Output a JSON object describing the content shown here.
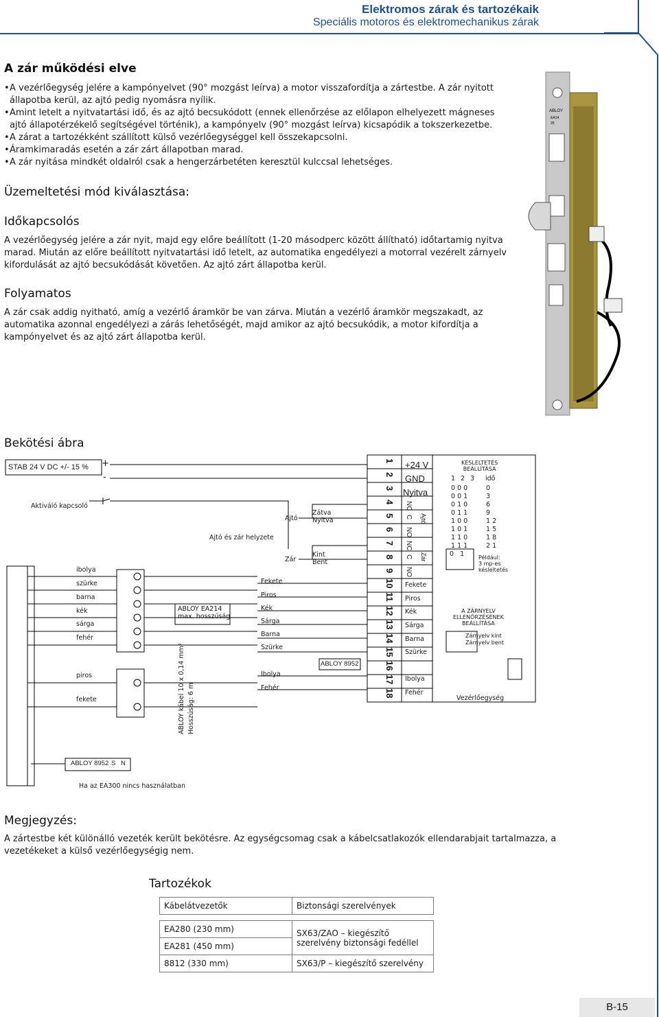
{
  "header": {
    "title": "Elektromos zárak és tartozékaik",
    "subtitle": "Speciális motoros és elektromechanikus zárak"
  },
  "principle": {
    "heading": "A zár működési elve",
    "bullets": [
      "A vezérlőegység jelére a kampónyelvet (90° mozgást leírva) a motor visszafordítja a zártestbe. A zár nyitott állapotba kerül, az ajtó pedig nyomásra nyílik.",
      "Amint letelt a nyitvatartási idő, és az ajtó becsukódott (ennek ellenőrzése az előlapon elhelyezett mágneses ajtó állapotérzékelő segítségével történik), a kampónyelv (90° mozgást leírva) kicsapódik a tokszerkezetbe.",
      "A zárat a tartozékként szállított külső vezérlőegységgel kell összekapcsolni.",
      "Áramkimaradás esetén a zár zárt állapotban marad.",
      "A zár nyitása mindkét oldalról csak a hengerzárbetéten keresztül kulccsal lehetséges."
    ]
  },
  "mode": {
    "heading": "Üzemeltetési mód kiválasztása:"
  },
  "timer": {
    "heading": "Időkapcsolós",
    "text": "A vezérlőegység jelére a zár nyit, majd egy előre beállított (1-20 másodperc között állítható) időtartamig nyitva marad. Miután az előre beállított nyitvatartási idő letelt, az automatika engedélyezi a motorral vezérelt zárnyelv kifordulását az ajtó becsukódását követően. Az ajtó zárt állapotba kerül."
  },
  "continuous": {
    "heading": "Folyamatos",
    "text": "A zár csak addig nyitható, amíg a vezérlő áramkör be van zárva. Miután a vezérlő áramkör megszakadt, az automatika azonnal engedélyezi a zárás lehetőségét, majd amikor az ajtó becsukódik, a motor kifordítja a kampónyelvet és az ajtó zárt állapotba kerül."
  },
  "lock_photo": {
    "label_brand": "ABLOY",
    "label_model": "EA14",
    "label_size": "25"
  },
  "wiring": {
    "heading": "Bekötési ábra",
    "power": "STAB 24 V DC +/- 15 %",
    "plus": "+",
    "minus": "-",
    "switch": "Aktiváló kapcsoló",
    "lock_position": "Ajtó és zár helyzete",
    "door": "Ajtó",
    "lock": "Zár",
    "door_states": "Zátva\nNyitva",
    "lock_states": "Kint\nBent",
    "left_wires": [
      "ibolya",
      "szürke",
      "barna",
      "kék",
      "sárga",
      "fehér",
      "piros",
      "fekete"
    ],
    "mid_wires": [
      "Fekete",
      "Piros",
      "Kék",
      "Sárga",
      "Barna",
      "Szürke",
      "Ibolya",
      "Fehér"
    ],
    "cable_box": "ABLOY EA214\nmax. hosszúság",
    "cable_vertical": "ABLOY kábel 10 x 0,14 mm²",
    "cable_length": "Hosszúság: 6 m",
    "unit_label": "ABLOY 8952",
    "terminals": [
      "1",
      "2",
      "3",
      "4",
      "5",
      "6",
      "7",
      "8",
      "9",
      "10",
      "11",
      "12",
      "13",
      "14",
      "15",
      "16",
      "17",
      "18"
    ],
    "term_right_top": [
      "+24 V",
      "GND",
      "Nyitva"
    ],
    "term_contacts": [
      "NC",
      "C",
      "NO",
      "NC",
      "C",
      "NO"
    ],
    "term_contact_groups": [
      "Ajtó",
      "Zár"
    ],
    "term_right_colors": [
      "Fekete",
      "Piros",
      "Kék",
      "Sárga",
      "Barna",
      "Szürke",
      "Ibolya",
      "Fehér"
    ],
    "time_setting_title": "KÉSLELTETÉS\nBEÁLLÍTÁSA",
    "time_cols": [
      "1",
      "2",
      "3",
      "idő"
    ],
    "time_rows": [
      [
        "0 0 0",
        "0"
      ],
      [
        "0 0 1",
        "3"
      ],
      [
        "0 1 0",
        "6"
      ],
      [
        "0 1 1",
        "9"
      ],
      [
        "1 0 0",
        "1 2"
      ],
      [
        "1 0 1",
        "1 5"
      ],
      [
        "1 1 0",
        "1 8"
      ],
      [
        "1 1 1",
        "2 1"
      ]
    ],
    "dip_example": "Például:\n3 mp-es\nkésleltetés",
    "dip_scale": "0   1",
    "bolt_setting": "A ZÁRNYELV\nELLENŐRZÉSÉNEK\nBEÁLLÍTÁSA",
    "bolt_on": "Zárnyelv kint",
    "bolt_off": "Zárnyelv bent",
    "controller": "Vezérlőegység",
    "bottom_unit": "ABLOY 8952",
    "bottom_s": "S",
    "bottom_n": "N",
    "bottom_note": "Ha az EA300 nincs használatban"
  },
  "note": {
    "heading": "Megjegyzés:",
    "text": "A zártestbe két különálló vezeték került bekötésre. Az egységcsomag csak a kábelcsatlakozók ellendarabjait tartalmazza, a vezetékeket a külső vezérlőegységig nem."
  },
  "accessories": {
    "heading": "Tartozékok",
    "left_header": "Kábelátvezetők",
    "right_header": "Biztonsági szerelvények",
    "left_rows": [
      "EA280 (230 mm)",
      "EA281 (450 mm)",
      "8812 (330 mm)"
    ],
    "right_rows": [
      "SX63/ZAO – kiegészítő szerelvény biztonsági fedéllel",
      "SX63/P – kiegészítő szerelvény"
    ]
  },
  "footer": {
    "page": "B-15"
  },
  "colors": {
    "brand": "#1d4f91",
    "panel": "#e6e6e6"
  }
}
